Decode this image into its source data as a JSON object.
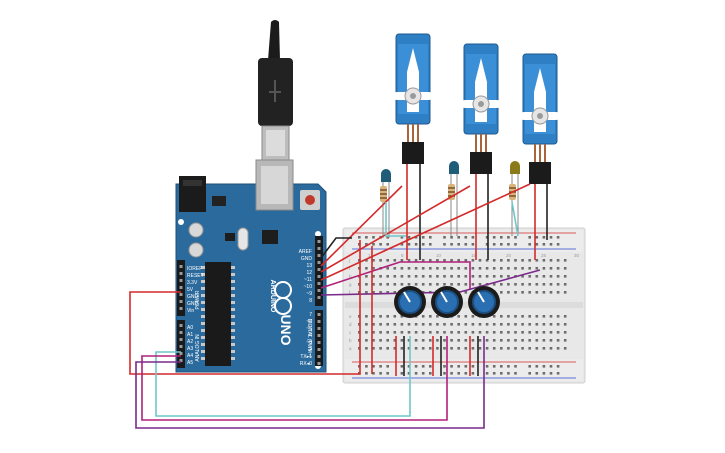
{
  "board": {
    "brand": "ARDUINO",
    "model": "UNO",
    "digital_header_label": "DIGITAL (PWM~)",
    "analog_header_label": "ANALOG IN",
    "power_header_label": "POWER",
    "top_pins": [
      "AREF",
      "GND",
      "13",
      "12",
      "~11",
      "~10",
      "~9",
      "8"
    ],
    "bottom_pins": [
      "7",
      "~6",
      "~5",
      "4",
      "~3",
      "2",
      "TX▸1",
      "RX◂0"
    ],
    "power_pins": [
      "IOREF",
      "RESET",
      "3.3V",
      "5V",
      "GND",
      "GND",
      "Vin"
    ],
    "analog_pins": [
      "A0",
      "A1",
      "A2",
      "A3",
      "A4",
      "A5"
    ]
  },
  "breadboard": {
    "row_letters_top": [
      "j",
      "i",
      "h",
      "g",
      "f"
    ],
    "row_letters_bottom": [
      "e",
      "d",
      "c",
      "b",
      "a"
    ],
    "column_numbers": [
      "1",
      "5",
      "10",
      "15",
      "20",
      "25",
      "30"
    ]
  },
  "colors": {
    "board_blue": "#2b6a9d",
    "wire_red": "#d42a2a",
    "wire_black": "#222222",
    "wire_cyan": "#6fc7c9",
    "wire_magenta": "#b0217a",
    "wire_purple": "#7a2a8a",
    "servo_blue": "#2f7fc4",
    "led_teal": "#1f5d78",
    "led_yellow": "#8a7a1a"
  }
}
